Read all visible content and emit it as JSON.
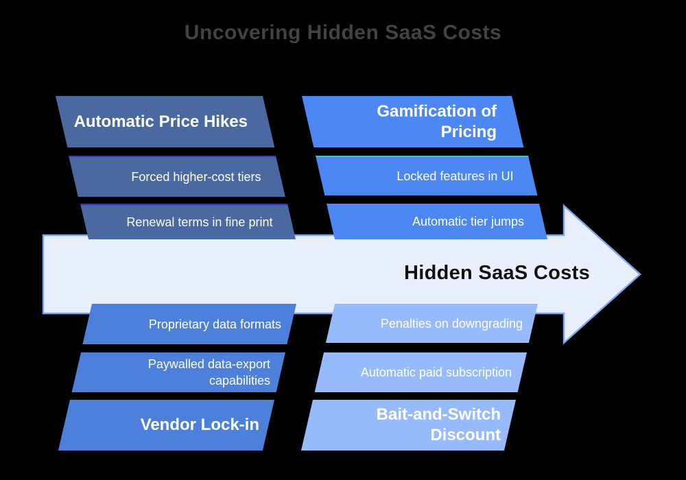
{
  "title": "Uncovering Hidden SaaS Costs",
  "spine": {
    "label": "Hidden SaaS Costs"
  },
  "groups": [
    {
      "position": "top-left",
      "header": "Automatic Price Hikes",
      "items": [
        "Forced higher-cost tiers",
        "Renewal terms in fine print"
      ]
    },
    {
      "position": "top-right",
      "header": "Gamification of\nPricing",
      "items": [
        "Locked features in UI",
        "Automatic tier jumps"
      ]
    },
    {
      "position": "bottom-left",
      "header": "Vendor Lock-in",
      "items": [
        "Proprietary data formats",
        "Paywalled data-export\ncapabilities"
      ]
    },
    {
      "position": "bottom-right",
      "header": "Bait-and-Switch\nDiscount",
      "items": [
        "Penalties on downgrading",
        "Automatic paid subscription"
      ]
    }
  ],
  "colors": {
    "background": "#000000",
    "title_text": "#414345",
    "top_left": "#4a69a1",
    "top_right": "#4c87f3",
    "bottom_left": "#4d80db",
    "bottom_right": "#97bafa",
    "arrow_fill": "#e9effc",
    "arrow_border": "#7da7f0",
    "accent_left": "#2b36d8",
    "accent_right": "#2fc8d4",
    "shape_text": "#ffffff",
    "spine_text": "#111111"
  }
}
